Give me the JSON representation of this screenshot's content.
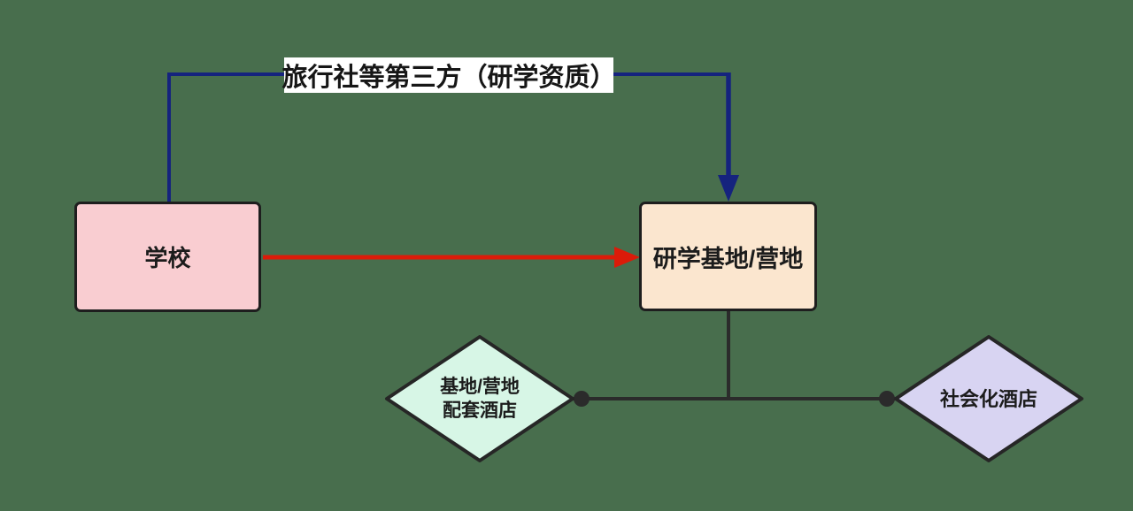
{
  "diagram": {
    "background_color": "#486E4D",
    "nodes": {
      "third_party_label": {
        "text": "旅行社等第三方（研学资质）",
        "fill": "#FFFFFF",
        "text_color": "#161616"
      },
      "school": {
        "text": "学校",
        "fill": "#F9CDD1",
        "border_color": "#1E1E1E"
      },
      "study_base": {
        "text": "研学基地/营地",
        "fill": "#FBE6CF",
        "border_color": "#1E1E1E"
      },
      "base_hotel": {
        "text_line1": "基地/营地",
        "text_line2": "配套酒店",
        "fill": "#D7F6E6",
        "border_color": "#262626"
      },
      "social_hotel": {
        "text": "社会化酒店",
        "fill": "#D8D4F2",
        "border_color": "#262626"
      }
    },
    "edges": [
      {
        "id": "school-via-third-party-to-base",
        "from": "school",
        "to": "study_base",
        "via_label": "旅行社等第三方（研学资质）",
        "color": "#15237E",
        "style": "elbow-arrow-down"
      },
      {
        "id": "school-to-base-direct",
        "from": "school",
        "to": "study_base",
        "color": "#DB1B09",
        "style": "straight-arrow-right"
      },
      {
        "id": "base-to-hotels-tee",
        "from": "study_base",
        "to": "base_hotel, social_hotel",
        "color": "#2B2B2B",
        "style": "tee-junction-with-dots"
      }
    ]
  }
}
